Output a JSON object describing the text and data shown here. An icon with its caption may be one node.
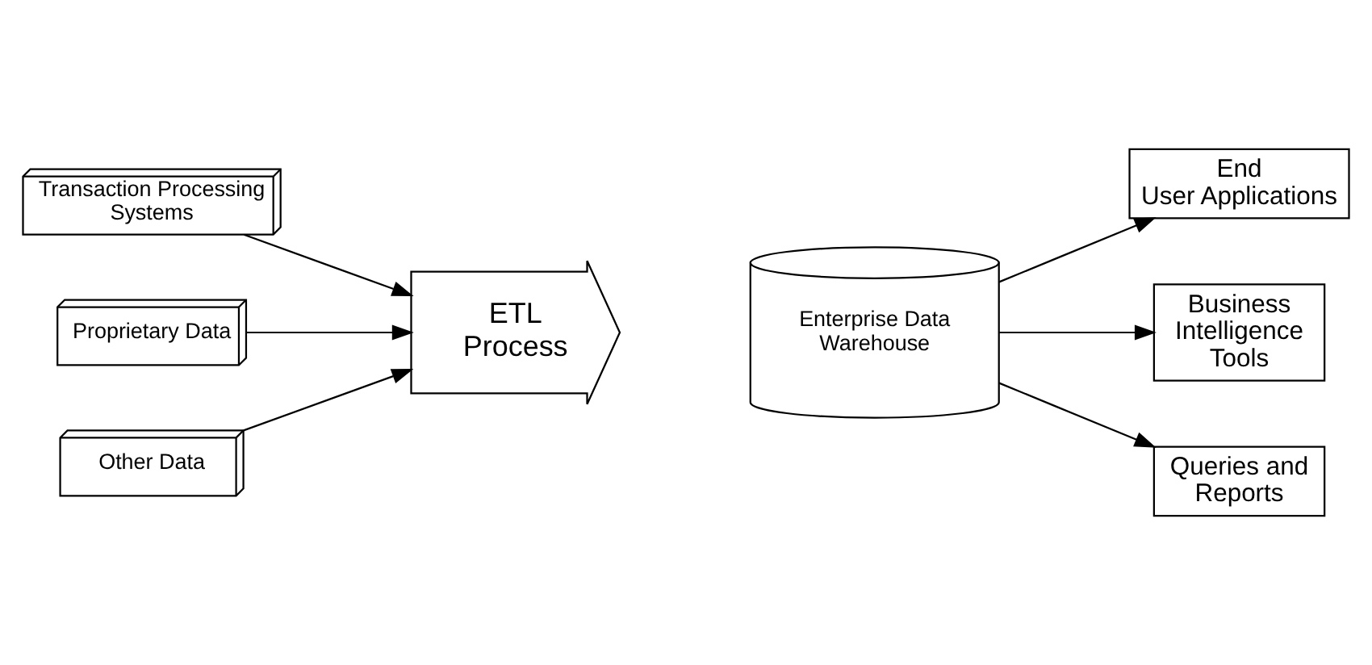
{
  "diagram": {
    "nodes": [
      {
        "text": [
          "Transaction Processing Systems"
        ]
      },
      {
        "text": [
          "Proprietary Data"
        ]
      },
      {
        "text": [
          "Other Data"
        ]
      },
      {
        "text": [
          "ETL Process"
        ]
      },
      {
        "text": [
          "Enterprise Data Warehouse"
        ]
      },
      {
        "text": [
          "End User Applications"
        ]
      },
      {
        "text": [
          "Business Intelligence Tools"
        ]
      },
      {
        "text": [
          "Queries and Reports"
        ]
      }
    ],
    "edges": [
      {
        "from": 0,
        "to": 3,
        "arrow": "to"
      },
      {
        "from": 1,
        "to": 3,
        "arrow": "to"
      },
      {
        "from": 2,
        "to": 3,
        "arrow": "to"
      },
      {
        "from": 4,
        "to": 5,
        "arrow": "to"
      },
      {
        "from": 4,
        "to": 6,
        "arrow": "to"
      },
      {
        "from": 4,
        "to": 7,
        "arrow": "to"
      }
    ]
  }
}
